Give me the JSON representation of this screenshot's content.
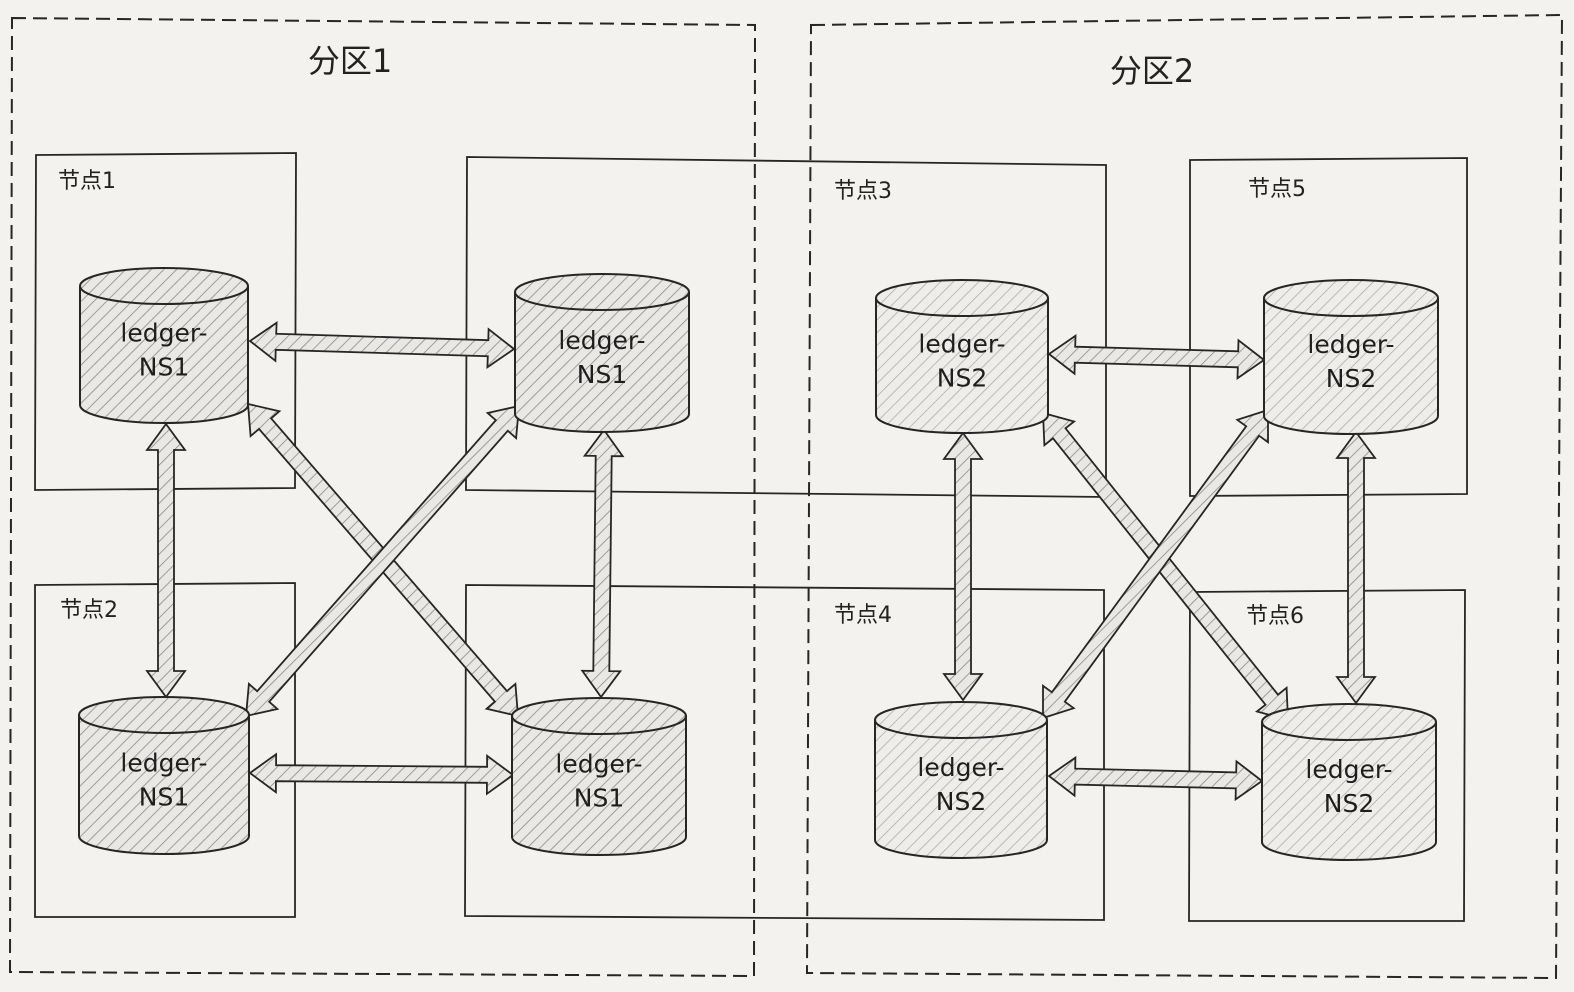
{
  "partitions": [
    {
      "title": "分区1"
    },
    {
      "title": "分区2"
    }
  ],
  "nodes": [
    {
      "label": "节点1"
    },
    {
      "label": "节点2"
    },
    {
      "label": ""
    },
    {
      "label": "节点3"
    },
    {
      "label": "节点4"
    },
    {
      "label": "节点5"
    },
    {
      "label": "节点6"
    }
  ],
  "databases": [
    {
      "line1": "ledger-",
      "line2": "NS1"
    },
    {
      "line1": "ledger-",
      "line2": "NS1"
    },
    {
      "line1": "ledger-",
      "line2": "NS1"
    },
    {
      "line1": "ledger-",
      "line2": "NS1"
    },
    {
      "line1": "ledger-",
      "line2": "NS2"
    },
    {
      "line1": "ledger-",
      "line2": "NS2"
    },
    {
      "line1": "ledger-",
      "line2": "NS2"
    },
    {
      "line1": "ledger-",
      "line2": "NS2"
    }
  ],
  "colors": {
    "background": "#f3f2ef",
    "stroke": "#262626",
    "hatch": "#8a8a8a"
  }
}
